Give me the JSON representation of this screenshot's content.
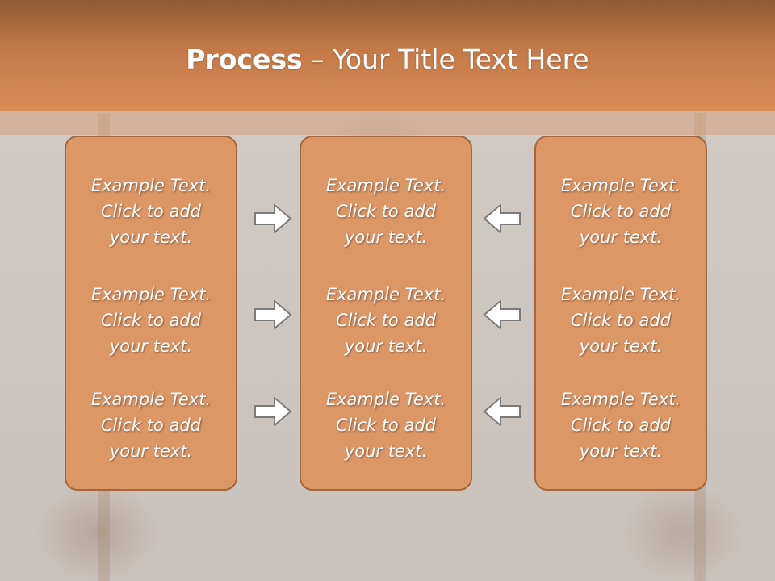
{
  "slide": {
    "title_bold": "Process",
    "title_rest": " – Your Title Text Here"
  },
  "boxes": [
    {
      "items": [
        {
          "line1": "Example Text.",
          "line2": "Click  to add",
          "line3": "your text."
        },
        {
          "line1": "Example Text.",
          "line2": "Click  to add",
          "line3": "your text."
        },
        {
          "line1": "Example Text.",
          "line2": "Click  to add",
          "line3": "your text."
        }
      ]
    },
    {
      "items": [
        {
          "line1": "Example Text.",
          "line2": "Click  to add",
          "line3": "your text."
        },
        {
          "line1": "Example Text.",
          "line2": "Click  to add",
          "line3": "your text."
        },
        {
          "line1": "Example Text.",
          "line2": "Click  to add",
          "line3": "your text."
        }
      ]
    },
    {
      "items": [
        {
          "line1": "Example Text.",
          "line2": "Click  to add",
          "line3": "your text."
        },
        {
          "line1": "Example Text.",
          "line2": "Click  to add",
          "line3": "your text."
        },
        {
          "line1": "Example Text.",
          "line2": "Click  to add",
          "line3": "your text."
        }
      ]
    }
  ],
  "colors": {
    "header": "#c47a48",
    "box_fill": "#dc9766",
    "box_border": "#a3663f",
    "arrow_fill": "#ffffff",
    "arrow_stroke": "#7a7a7a"
  },
  "icons": {
    "left_column_arrows": "arrow-right-icon",
    "right_column_arrows": "arrow-left-icon"
  }
}
